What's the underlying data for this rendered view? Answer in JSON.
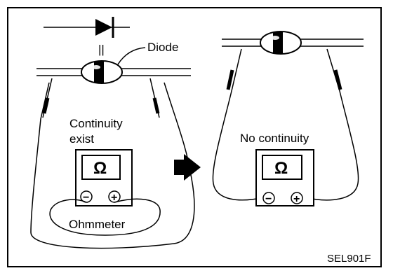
{
  "left_panel": {
    "diode_label": "Diode",
    "equivalence_mark": "||",
    "status_line1": "Continuity",
    "status_line2": "exist",
    "meter_label": "Ohmmeter",
    "meter_symbol": "Ω",
    "probe_minus": "−",
    "probe_plus": "+"
  },
  "right_panel": {
    "status": "No continuity",
    "meter_symbol": "Ω",
    "probe_minus": "−",
    "probe_plus": "+"
  },
  "figure_code": "SEL901F"
}
